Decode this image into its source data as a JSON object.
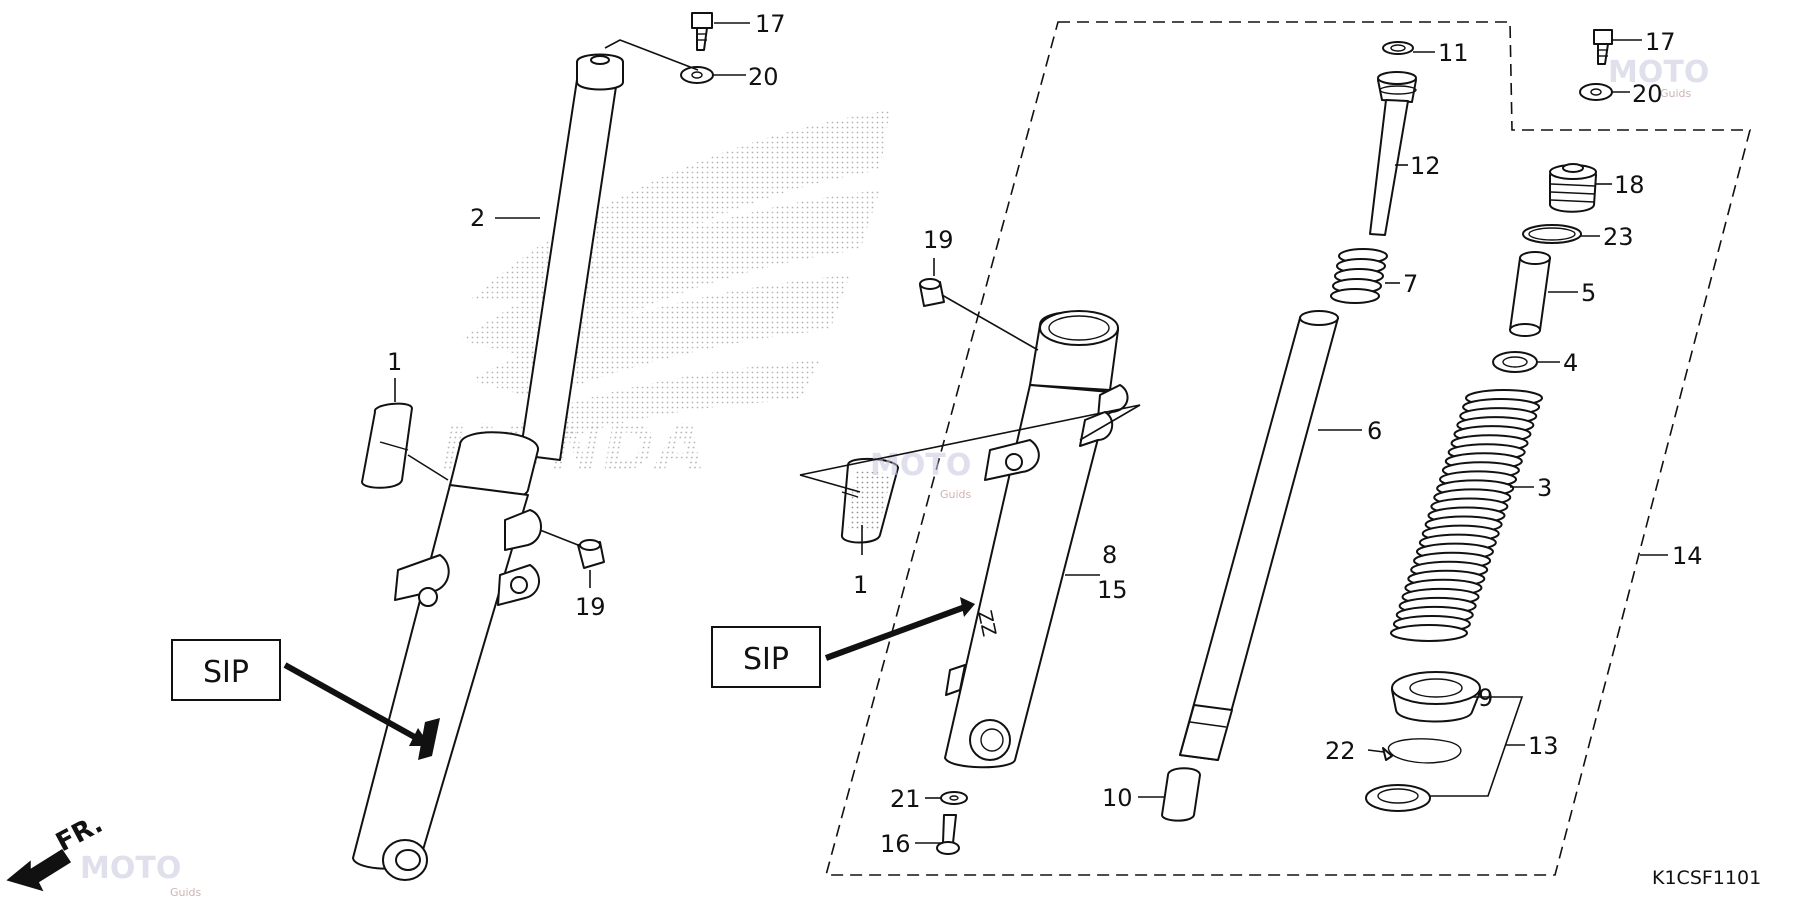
{
  "diagram_code": "K1CSF1101",
  "sip_label": "SIP",
  "front_label": "FR.",
  "watermark": {
    "main": "MOTO",
    "sub": "Guids"
  },
  "callouts": {
    "c1a": "1",
    "c1b": "1",
    "c2": "2",
    "c3": "3",
    "c4": "4",
    "c5": "5",
    "c6": "6",
    "c7": "7",
    "c8": "8",
    "c9": "9",
    "c10": "10",
    "c11": "11",
    "c12": "12",
    "c13": "13",
    "c14": "14",
    "c15": "15",
    "c16": "16",
    "c17a": "17",
    "c17b": "17",
    "c18": "18",
    "c19a": "19",
    "c19b": "19",
    "c20a": "20",
    "c20b": "20",
    "c21": "21",
    "c22": "22",
    "c23": "23"
  },
  "part_stamp": "ZZ"
}
